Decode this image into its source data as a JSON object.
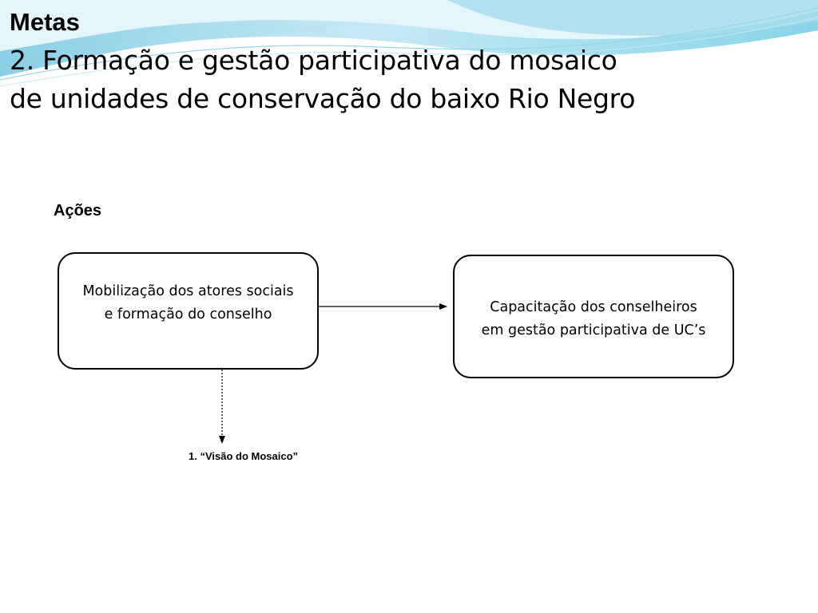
{
  "slide": {
    "title": "Metas",
    "subtitle_line1": "2. Formação e gestão participativa do mosaico",
    "subtitle_line2": "de unidades de conservação do baixo Rio Negro",
    "section_label": "Ações"
  },
  "diagram": {
    "box_mobilizacao": {
      "line1": "Mobilização dos atores sociais",
      "line2": "e formação do conselho"
    },
    "box_capacitacao": {
      "line1": "Capacitação dos conselheiros",
      "line2": "em gestão participativa de UC’s"
    },
    "outcome_label": "1. “Visão do Mosaico”"
  },
  "colors": {
    "wave_light": "#d6f1f7",
    "wave_mid": "#9fd9ea",
    "wave_dark": "#5fb8d8"
  }
}
